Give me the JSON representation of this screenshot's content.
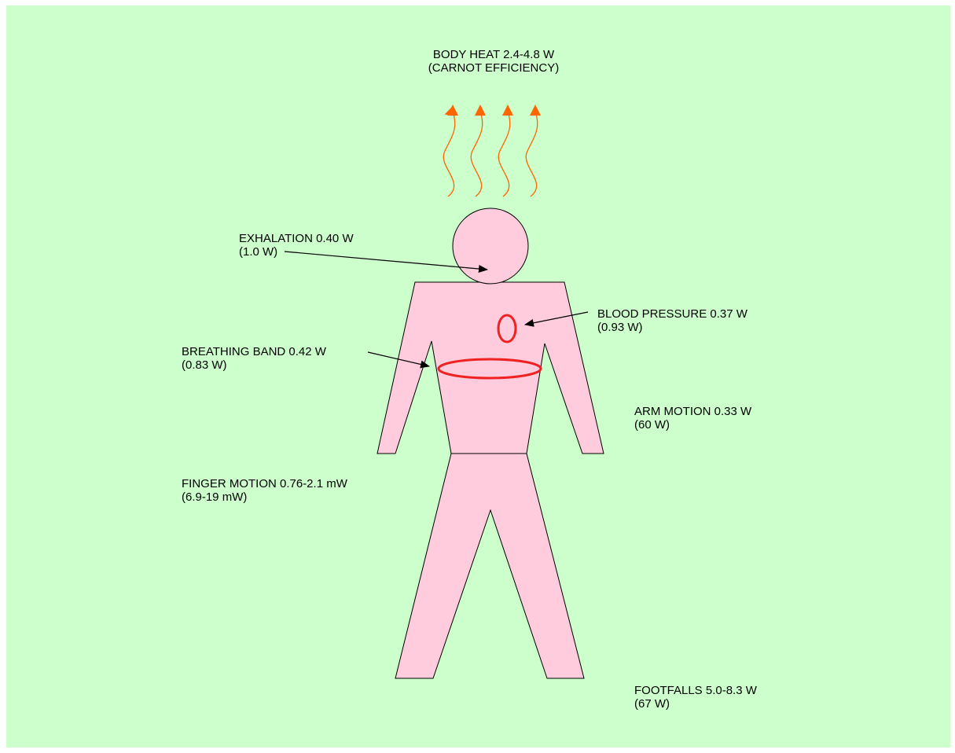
{
  "colors": {
    "background": "#ccffcc",
    "body_fill": "#ffccdd",
    "outline": "#000000",
    "device": "#ee2222",
    "heat": "#ff6600"
  },
  "labels": {
    "body_heat": {
      "line1": "BODY HEAT 2.4-4.8 W",
      "line2": "(CARNOT EFFICIENCY)"
    },
    "exhalation": {
      "line1": "EXHALATION 0.40 W",
      "line2": "(1.0 W)"
    },
    "blood_pressure": {
      "line1": "BLOOD PRESSURE 0.37 W",
      "line2": "(0.93 W)"
    },
    "breathing_band": {
      "line1": "BREATHING BAND 0.42 W",
      "line2": "(0.83 W)"
    },
    "arm_motion": {
      "line1": "ARM MOTION 0.33 W",
      "line2": "(60 W)"
    },
    "finger_motion": {
      "line1": "FINGER MOTION 0.76-2.1 mW",
      "line2": "(6.9-19 mW)"
    },
    "footfalls": {
      "line1": "FOOTFALLS 5.0-8.3 W",
      "line2": "(67 W)"
    }
  },
  "icons": {
    "heat_waves": "wavy-arrow-up-icon",
    "pointer": "arrow-icon"
  }
}
